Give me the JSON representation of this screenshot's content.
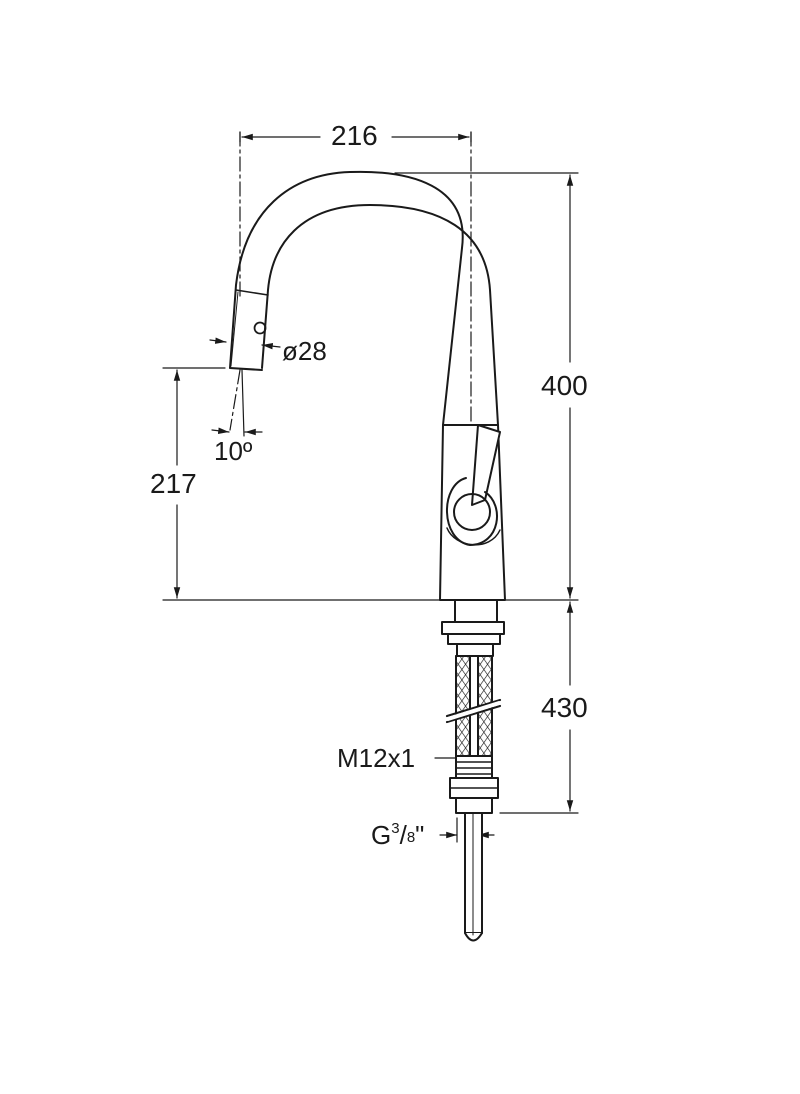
{
  "dimensions": {
    "spout_reach": "216",
    "total_height": "400",
    "spout_outlet_height": "217",
    "outlet_angle": "10º",
    "outlet_diameter": "ø28",
    "below_deck_length": "430",
    "hose_thread": "M12x1",
    "inlet_connection_prefix": "G",
    "inlet_connection_num": "3",
    "inlet_connection_den": "/",
    "inlet_connection_sub": "8",
    "inlet_connection_suffix": "\""
  },
  "colors": {
    "line": "#1a1a1a",
    "background": "#ffffff"
  }
}
